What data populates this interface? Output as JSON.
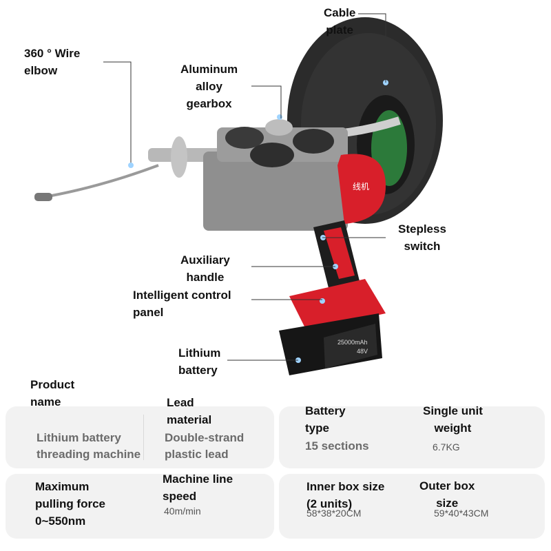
{
  "callouts": {
    "wire_elbow": "360 ° Wire\nelbow",
    "cable_plate": "Cable\nplate",
    "gearbox": "Aluminum\nalloy\ngearbox",
    "switch": "Stepless\nswitch",
    "handle": "Auxiliary\nhandle",
    "control_panel": "Intelligent control\npanel",
    "battery": "Lithium\nbattery"
  },
  "device_text": {
    "housing_label": "线机",
    "battery_label": "25000mAh",
    "voltage_label": "48V"
  },
  "specs": {
    "product_name": {
      "label": "Product\nname",
      "value": "Lithium battery\nthreading machine"
    },
    "lead_material": {
      "label": "Lead\nmaterial",
      "value": "Double-strand\nplastic lead"
    },
    "battery_type": {
      "label": "Battery\ntype",
      "value": "15 sections"
    },
    "weight": {
      "label": "Single unit\nweight",
      "value": "6.7KG"
    },
    "pulling_force": {
      "label": "Maximum\npulling force",
      "value": "0~550nm"
    },
    "line_speed": {
      "label": "Machine line\nspeed",
      "value": "40m/min"
    },
    "inner_box": {
      "label": "Inner box size\n(2 units)",
      "value": "58*38*20CM"
    },
    "outer_box": {
      "label": "Outer box\nsize",
      "value": "59*40*43CM"
    }
  },
  "colors": {
    "red": "#d81f2a",
    "gray_body": "#8f8f8f",
    "plate": "#2b2b2b",
    "card": "#f2f2f2"
  }
}
